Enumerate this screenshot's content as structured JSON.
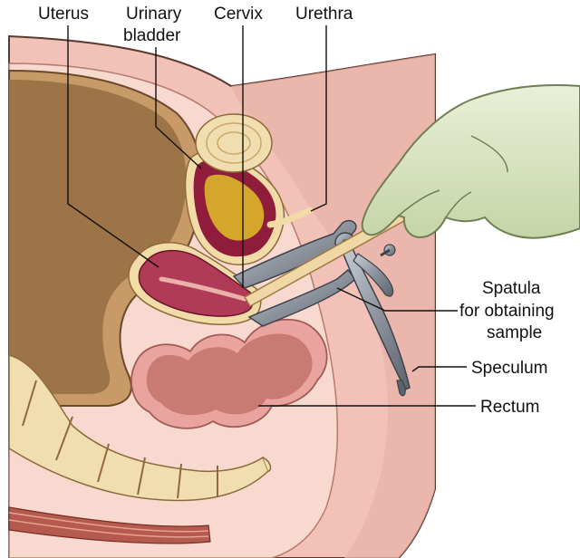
{
  "labels": {
    "uterus": "Uterus",
    "urinary_bladder_line1": "Urinary",
    "urinary_bladder_line2": "bladder",
    "cervix": "Cervix",
    "urethra": "Urethra",
    "spatula_line1": "Spatula",
    "spatula_line2": "for obtaining",
    "spatula_line3": "sample",
    "speculum": "Speculum",
    "rectum": "Rectum"
  },
  "colors": {
    "skin": "#f2c2b8",
    "skin_shadow": "#e3a99c",
    "tissue": "#f7d9cf",
    "uterus_wall": "#9c7448",
    "organ_dark": "#8e1c3a",
    "organ_light": "#c24a66",
    "bladder_fill": "#d4a72c",
    "rectum": "#c97a72",
    "bone": "#f1deb0",
    "glove": "#dde8c7",
    "steel": "#8e949e",
    "spatula": "#f0d7a6"
  }
}
